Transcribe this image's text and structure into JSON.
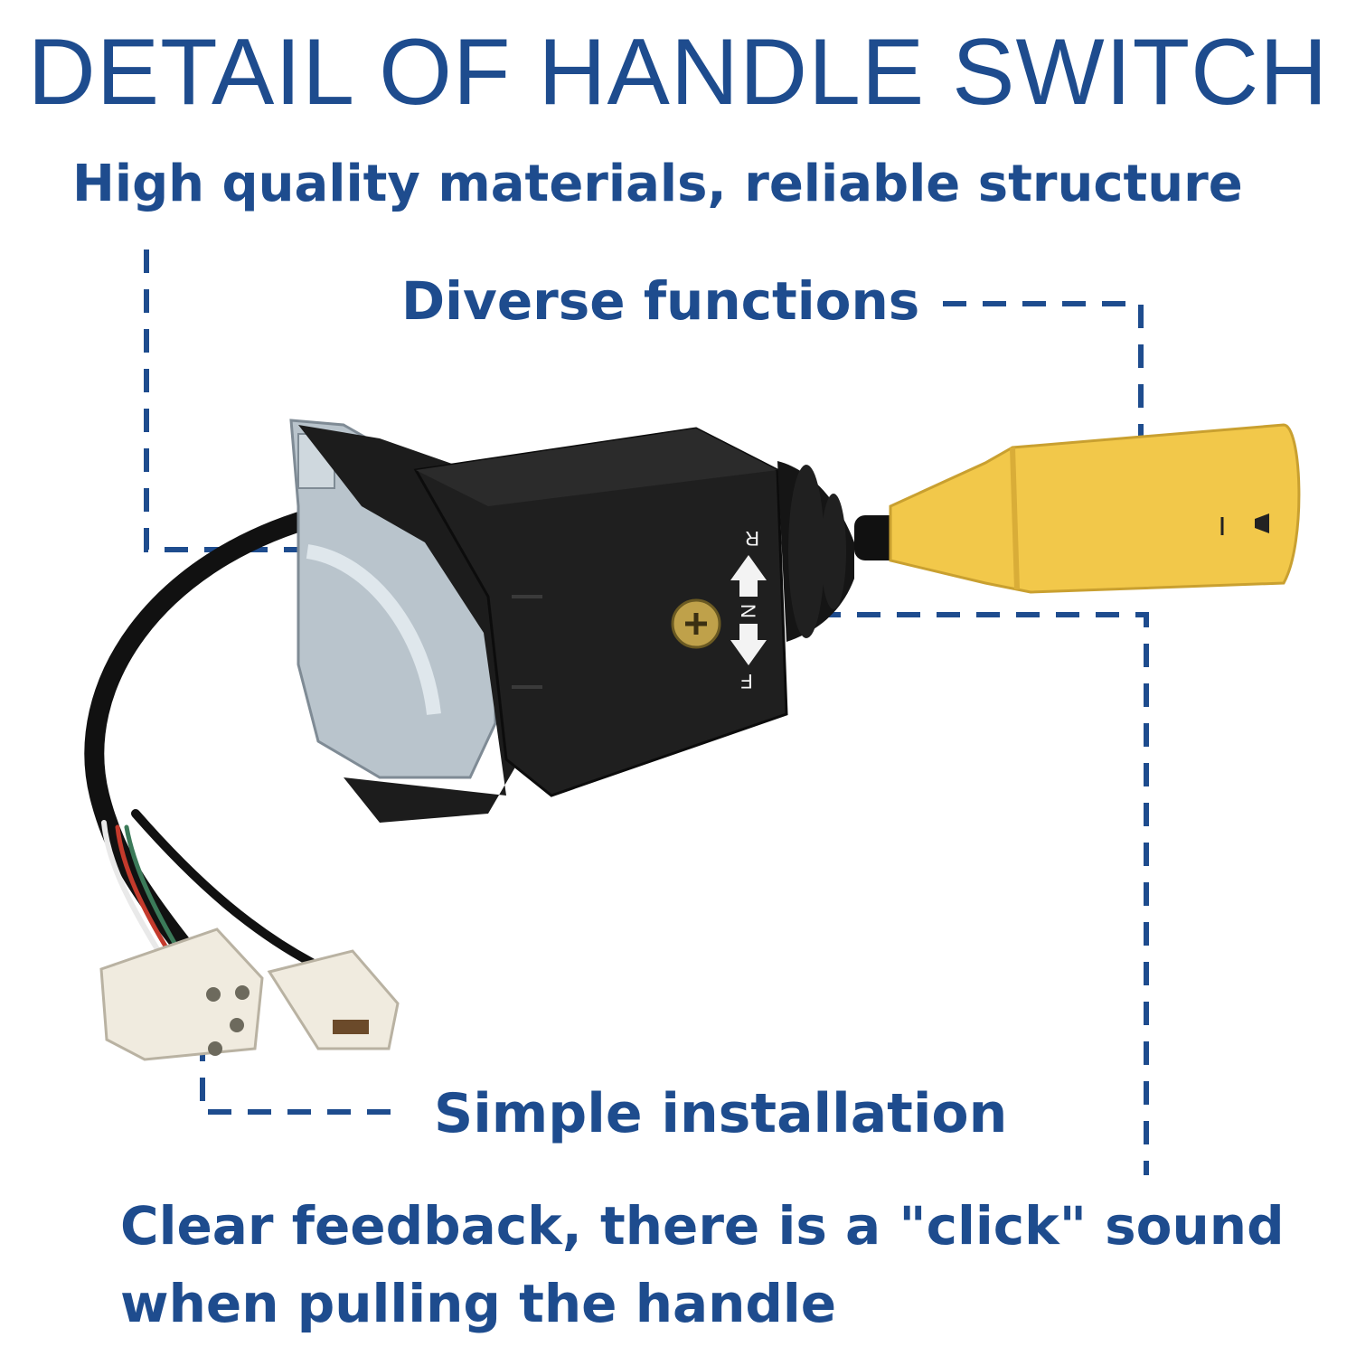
{
  "title": "DETAIL OF HANDLE SWITCH",
  "subtitle": "High quality materials, reliable structure",
  "callouts": {
    "diverse_functions": "Diverse functions",
    "simple_installation": "Simple installation",
    "feedback_line1": "Clear feedback, there is a \"click\" sound",
    "feedback_line2": "when pulling the handle"
  },
  "switch_markings": {
    "reverse": "R",
    "neutral": "N",
    "forward": "F"
  },
  "colors": {
    "accent": "#1e4c8e",
    "body": "#1c1c1c",
    "handle": "#f2c84a",
    "bracket": "#b9c4cc",
    "connector": "#f0ebdf"
  },
  "icons": {
    "handle_symbols": "horn-icon",
    "direction_arrows": "arrow-up-down-icon"
  }
}
